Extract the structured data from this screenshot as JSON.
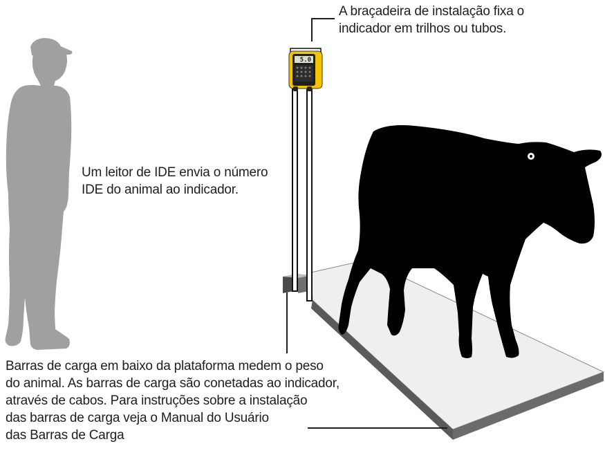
{
  "callouts": {
    "mount_bracket": {
      "lines": [
        "A braçadeira de instalação fixa o",
        "indicador em trilhos ou tubos."
      ]
    },
    "eid_reader": {
      "lines": [
        "Um leitor de IDE envia o número",
        "IDE do animal ao indicador."
      ]
    },
    "load_bars": {
      "lines": [
        "Barras de carga em baixo da plataforma medem o peso",
        "do animal. As barras de carga são conetadas ao indicador,",
        "através de cabos. Para instruções sobre a instalação",
        "das barras de carga veja o Manual do Usuário",
        "das Barras de Carga"
      ]
    }
  },
  "indicator": {
    "display": "5.0"
  },
  "colors": {
    "person": "#a0a0a0",
    "animal": "#000000",
    "platform_top": "#eef0ef",
    "platform_side": "#5a5a5a",
    "indicator_body": "#f2c400",
    "indicator_face": "#1e1e1e",
    "pole": "#ffffff",
    "leader_line": "#1e1e1e"
  }
}
